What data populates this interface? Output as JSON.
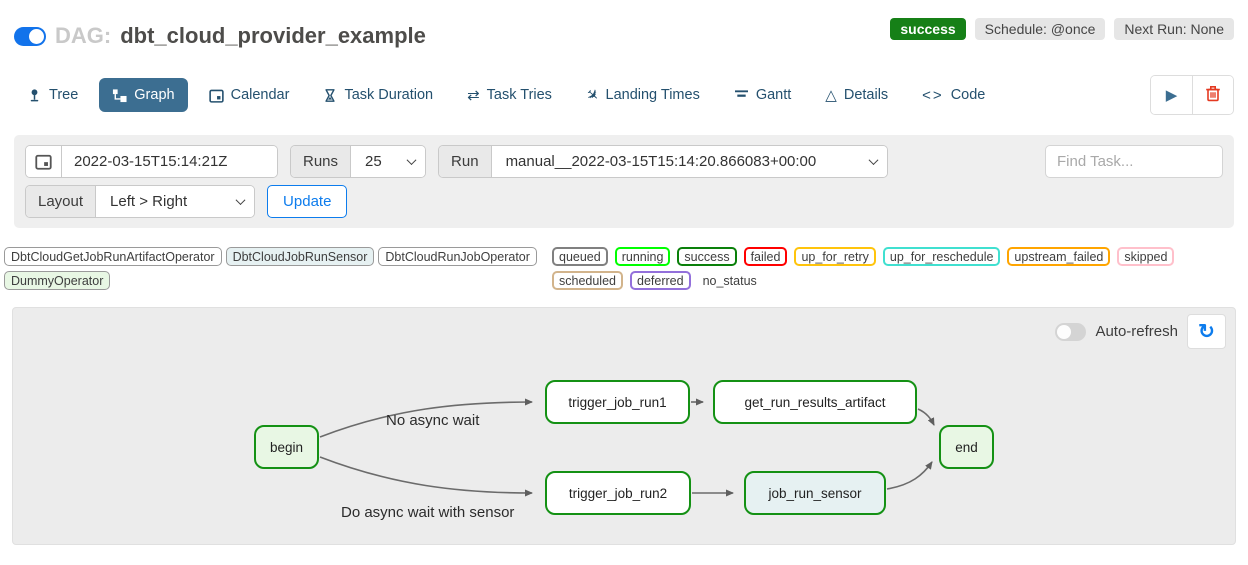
{
  "header": {
    "toggle_on": true,
    "dag_prefix": "DAG:",
    "dag_title": "dbt_cloud_provider_example",
    "status_badge": "success",
    "schedule_badge": "Schedule: @once",
    "next_run_badge": "Next Run: None"
  },
  "tabs": [
    {
      "label": "Tree"
    },
    {
      "label": "Graph",
      "active": true
    },
    {
      "label": "Calendar"
    },
    {
      "label": "Task Duration"
    },
    {
      "label": "Task Tries"
    },
    {
      "label": "Landing Times"
    },
    {
      "label": "Gantt"
    },
    {
      "label": "Details"
    },
    {
      "label": "Code"
    }
  ],
  "icons": {
    "task_tries": "⇄",
    "landing_times": "✈",
    "details": "△",
    "code": "<>",
    "play": "▶",
    "refresh": "↻"
  },
  "filters": {
    "base_date_value": "2022-03-15T15:14:21Z",
    "runs_label": "Runs",
    "runs_value": "25",
    "run_label": "Run",
    "run_value": "manual__2022-03-15T15:14:20.866083+00:00",
    "find_task_placeholder": "Find Task...",
    "layout_label": "Layout",
    "layout_value": "Left > Right",
    "update_label": "Update"
  },
  "legend": {
    "operators": [
      {
        "label": "DbtCloudGetJobRunArtifactOperator",
        "fill": "#ffffff"
      },
      {
        "label": "DbtCloudJobRunSensor",
        "fill": "#e6f1f2"
      },
      {
        "label": "DbtCloudRunJobOperator",
        "fill": "#ffffff"
      },
      {
        "label": "DummyOperator",
        "fill": "#e8f7e4"
      }
    ],
    "states": [
      {
        "label": "queued",
        "color": "#808080"
      },
      {
        "label": "running",
        "color": "#00ff00"
      },
      {
        "label": "success",
        "color": "#0a800a"
      },
      {
        "label": "failed",
        "color": "#ff0000"
      },
      {
        "label": "up_for_retry",
        "color": "#ffc40c"
      },
      {
        "label": "up_for_reschedule",
        "color": "#40e0d0"
      },
      {
        "label": "upstream_failed",
        "color": "#ffa500"
      },
      {
        "label": "skipped",
        "color": "#ffc0cb"
      },
      {
        "label": "scheduled",
        "color": "#d2b48c"
      },
      {
        "label": "deferred",
        "color": "#9370db"
      },
      {
        "label": "no_status",
        "color": ""
      }
    ]
  },
  "graph": {
    "auto_refresh_label": "Auto-refresh",
    "auto_refresh_on": false,
    "edge_labels": [
      "No async wait",
      "Do async wait with sensor"
    ],
    "nodes": [
      {
        "label": "begin",
        "state": "success",
        "fill": "#e8f7e4",
        "border": "#149114"
      },
      {
        "label": "trigger_job_run1",
        "state": "success",
        "fill": "#ffffff",
        "border": "#149114"
      },
      {
        "label": "get_run_results_artifact",
        "state": "success",
        "fill": "#ffffff",
        "border": "#149114"
      },
      {
        "label": "end",
        "state": "success",
        "fill": "#e8f7e4",
        "border": "#149114"
      },
      {
        "label": "trigger_job_run2",
        "state": "success",
        "fill": "#ffffff",
        "border": "#149114"
      },
      {
        "label": "job_run_sensor",
        "state": "success",
        "fill": "#e6f1f2",
        "border": "#149114"
      }
    ]
  },
  "colors": {
    "accent_blue": "#0d7ced",
    "active_tab": "#3c6e91",
    "success_green": "#168017",
    "toggle_blue": "#1273eb",
    "trash_red": "#e43921",
    "edge_gray": "#666666"
  }
}
